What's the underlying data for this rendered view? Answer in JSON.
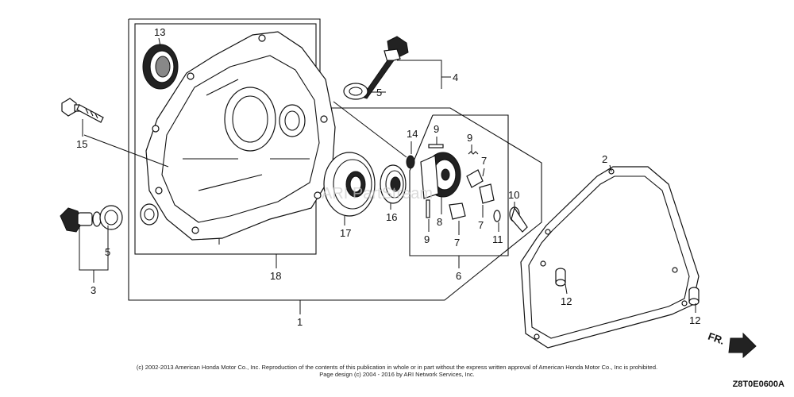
{
  "callouts": {
    "c1": "1",
    "c2": "2",
    "c3": "3",
    "c4": "4",
    "c5a": "5",
    "c5b": "5",
    "c6": "6",
    "c7a": "7",
    "c7b": "7",
    "c7c": "7",
    "c8": "8",
    "c9a": "9",
    "c9b": "9",
    "c9c": "9",
    "c10": "10",
    "c11": "11",
    "c12a": "12",
    "c12b": "12",
    "c13": "13",
    "c14": "14",
    "c15": "15",
    "c16": "16",
    "c17": "17",
    "c18": "18"
  },
  "front_label": "FR.",
  "watermark": "ARI PartStream",
  "copyright_line1": "(c) 2002-2013 American Honda Motor Co., Inc. Reproduction of the contents of this publication in whole or in part without the express written approval of American Honda Motor Co., Inc is prohibited.",
  "copyright_line2": "Page design (c) 2004 - 2016 by ARI Network Services, Inc.",
  "drawing_code": "Z8T0E0600A"
}
